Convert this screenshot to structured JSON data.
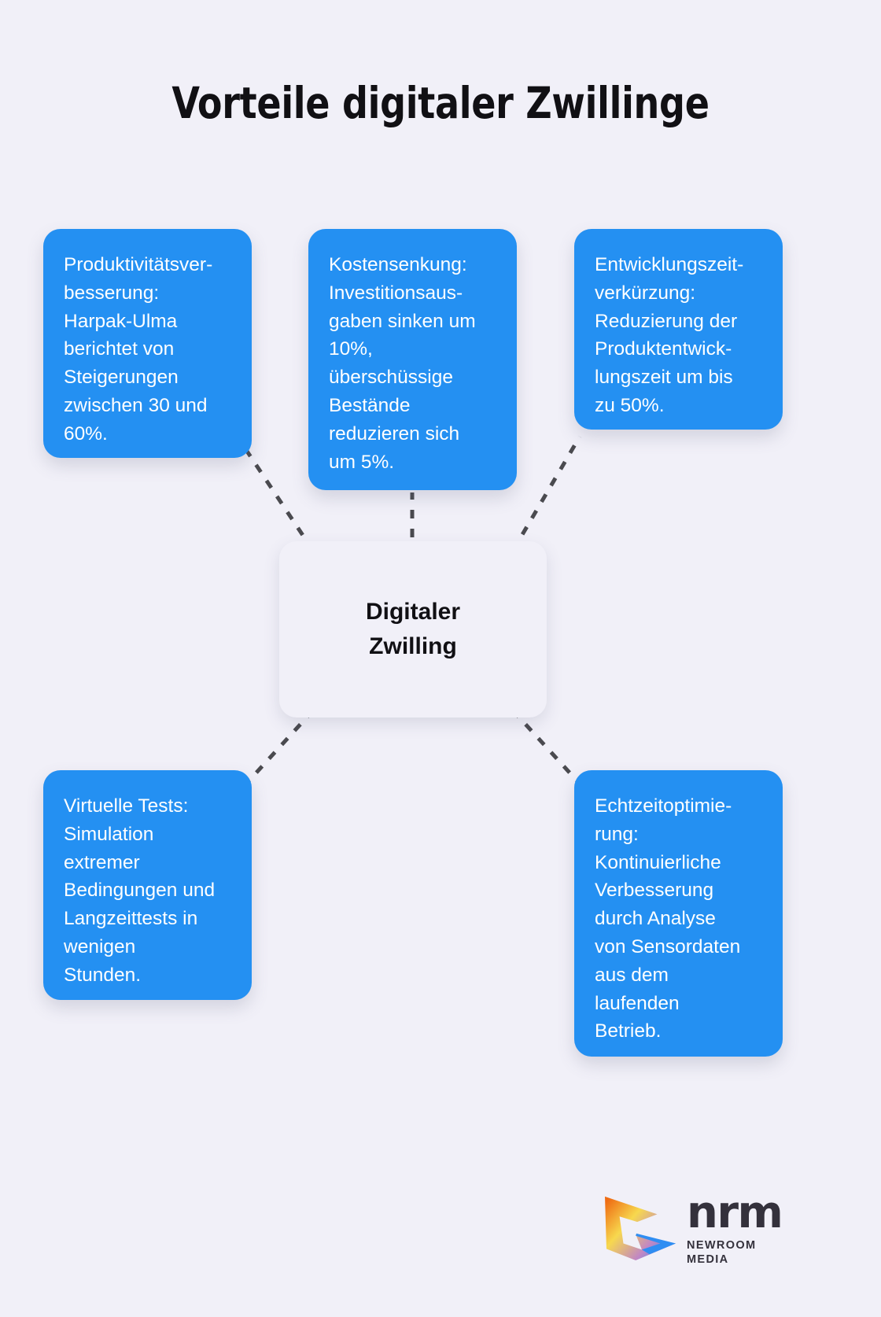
{
  "page": {
    "title": "Vorteile digitaler Zwillinge",
    "background_color": "#f1f0f8",
    "card_color": "#2490f2",
    "card_text_color": "#ffffff",
    "connector_color": "#4a4a4f",
    "title_color": "#111014"
  },
  "center": {
    "label": "Digitaler\nZwilling"
  },
  "cards": [
    {
      "id": "productivity",
      "text": "Produktivitätsver-\nbesserung:\nHarpak-Ulma\nberichtet von\nSteigerungen\nzwischen 30 und\n60%."
    },
    {
      "id": "cost",
      "text": "Kostensenkung:\nInvestitionsaus-\ngaben sinken um\n10%,\nüberschüssige\nBestände\nreduzieren sich\num 5%."
    },
    {
      "id": "devtime",
      "text": "Entwicklungszeit-\nverkürzung:\nReduzierung der\nProduktentwick-\nlungszeit um bis\nzu 50%."
    },
    {
      "id": "tests",
      "text": "Virtuelle Tests:\nSimulation\nextremer\nBedingungen und\nLangzeittests in\nwenigen\nStunden."
    },
    {
      "id": "realtime",
      "text": "Echtzeitoptimie-\nrung:\nKontinuierliche\nVerbesserung\ndurch Analyse\nvon Sensordaten\naus dem\nlaufenden\nBetrieb."
    }
  ],
  "logo": {
    "wordmark": "nrm",
    "tagline": "NEWROOM MEDIA",
    "mark_colors": {
      "orange": "#f2741a",
      "yellow": "#f6d84a",
      "pink": "#d97aa8",
      "blue": "#2f8df2"
    }
  }
}
